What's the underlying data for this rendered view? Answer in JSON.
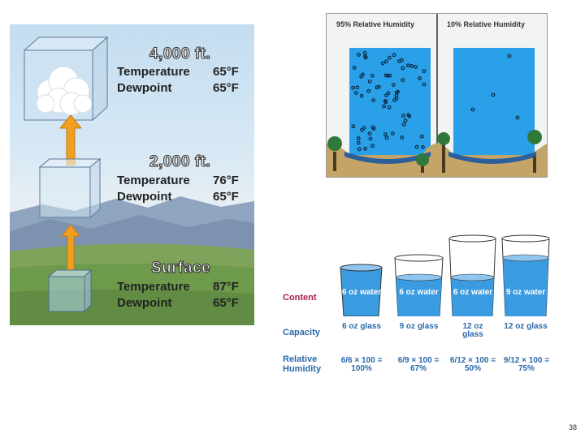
{
  "left_panel": {
    "levels": [
      {
        "altitude": "4,000 ft.",
        "temperature_label": "Temperature",
        "temperature": "65°F",
        "dewpoint_label": "Dewpoint",
        "dewpoint": "65°F"
      },
      {
        "altitude": "2,000 ft.",
        "temperature_label": "Temperature",
        "temperature": "76°F",
        "dewpoint_label": "Dewpoint",
        "dewpoint": "65°F"
      },
      {
        "altitude": "Surface",
        "temperature_label": "Temperature",
        "temperature": "87°F",
        "dewpoint_label": "Dewpoint",
        "dewpoint": "65°F"
      }
    ]
  },
  "humidity_panel": {
    "left_title": "95% Relative Humidity",
    "right_title": "10% Relative Humidity"
  },
  "glasses": {
    "row_labels": {
      "content": "Content",
      "capacity": "Capacity",
      "relative_humidity": "Relative Humidity"
    },
    "columns": [
      {
        "content": "6 oz water",
        "capacity": "6 oz glass",
        "rh": "6/6 × 100 = 100%",
        "fill": 1.0
      },
      {
        "content": "6 oz water",
        "capacity": "9 oz glass",
        "rh": "6/9 × 100 = 67%",
        "fill": 0.67
      },
      {
        "content": "6 oz water",
        "capacity": "12 oz glass",
        "rh": "6/12 × 100 = 50%",
        "fill": 0.5
      },
      {
        "content": "9 oz water",
        "capacity": "12 oz glass",
        "rh": "9/12 × 100 = 75%",
        "fill": 0.75
      }
    ]
  },
  "page_number": "38",
  "colors": {
    "water": "#3a9be0",
    "label_blue": "#2a6aa8",
    "content_label": "#a02050"
  }
}
